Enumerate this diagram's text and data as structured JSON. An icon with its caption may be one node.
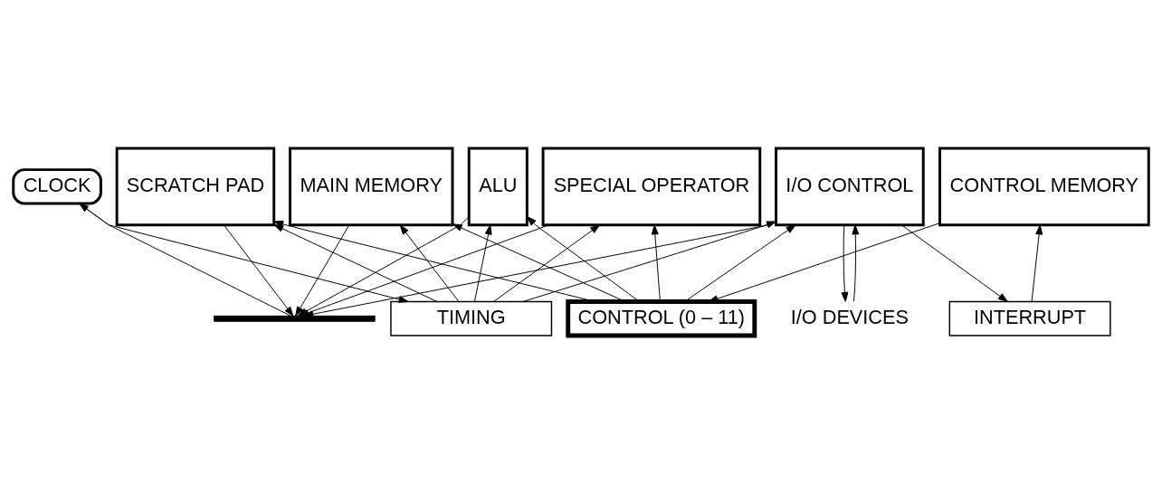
{
  "diagram": {
    "nodes": [
      {
        "text": [
          "CLOCK"
        ]
      },
      {
        "text": [
          "CONTROL MEMORY"
        ]
      },
      {
        "text": [
          "MAIN MEMORY"
        ]
      },
      {
        "text": [
          "ALU"
        ]
      },
      {
        "text": [
          "SPECIAL OPERATOR"
        ]
      },
      {
        "text": [
          "SCRATCH PAD"
        ]
      },
      {
        "text": [
          "I/O CONTROL"
        ]
      },
      {
        "text": [
          "CONTROL (0 – 11)"
        ]
      },
      {
        "text": [
          "TIMING"
        ]
      },
      {
        "text": [],
        "shape": "bar"
      },
      {
        "text": [
          "INTERRUPT"
        ]
      },
      {
        "text": [
          "I/O DEVICES"
        ]
      }
    ],
    "edges": [
      {
        "from": 9,
        "to": 0,
        "arrow": "to"
      },
      {
        "from": 0,
        "to": 8,
        "arrow": "to"
      },
      {
        "from": 10,
        "to": 1,
        "arrow": "to"
      },
      {
        "from": 1,
        "to": 7,
        "arrow": "to"
      },
      {
        "from": 2,
        "to": 9,
        "arrow": "to"
      },
      {
        "from": 7,
        "to": 2,
        "arrow": "to"
      },
      {
        "from": 8,
        "to": 2,
        "arrow": "to"
      },
      {
        "from": 3,
        "to": 9,
        "arrow": "to"
      },
      {
        "from": 7,
        "to": 3,
        "arrow": "to"
      },
      {
        "from": 8,
        "to": 3,
        "arrow": "to"
      },
      {
        "from": 4,
        "to": 9,
        "arrow": "to"
      },
      {
        "from": 7,
        "to": 4,
        "arrow": "to"
      },
      {
        "from": 8,
        "to": 4,
        "arrow": "to"
      },
      {
        "from": 5,
        "to": 9,
        "arrow": "to"
      },
      {
        "from": 7,
        "to": 5,
        "arrow": "to"
      },
      {
        "from": 8,
        "to": 5,
        "arrow": "to"
      },
      {
        "from": 6,
        "to": 10,
        "arrow": "to"
      },
      {
        "from": 6,
        "to": 9,
        "arrow": "to"
      },
      {
        "from": 8,
        "to": 6,
        "arrow": "to"
      },
      {
        "from": 7,
        "to": 6,
        "arrow": "to"
      },
      {
        "from": 11,
        "to": 6,
        "arrow": "to"
      },
      {
        "from": 6,
        "to": 11,
        "arrow": "to"
      }
    ]
  }
}
